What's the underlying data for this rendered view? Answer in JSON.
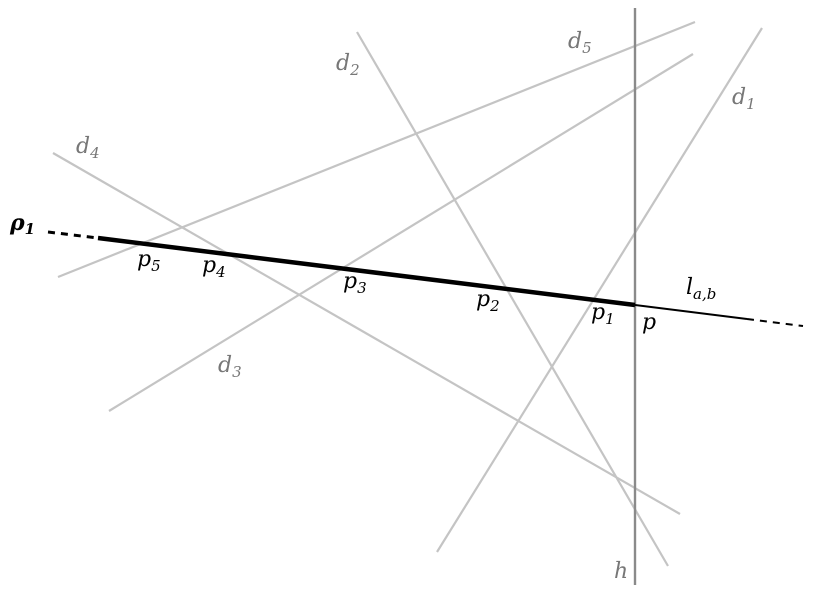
{
  "labels": {
    "rho": {
      "base": "ρ",
      "sub": "1"
    },
    "l": {
      "base": "l",
      "sub": "a,b"
    },
    "h": "h",
    "p": "p",
    "d1": {
      "base": "d",
      "sub": "1"
    },
    "d2": {
      "base": "d",
      "sub": "2"
    },
    "d3": {
      "base": "d",
      "sub": "3"
    },
    "d4": {
      "base": "d",
      "sub": "4"
    },
    "d5": {
      "base": "d",
      "sub": "5"
    },
    "p1": {
      "base": "p",
      "sub": "1"
    },
    "p2": {
      "base": "p",
      "sub": "2"
    },
    "p3": {
      "base": "p",
      "sub": "3"
    },
    "p4": {
      "base": "p",
      "sub": "4"
    },
    "p5": {
      "base": "p",
      "sub": "5"
    }
  },
  "colors": {
    "light_line": "#c4c4c4",
    "h_line": "#8a8a8a",
    "main_line": "#000000",
    "gray_label": "#777777"
  }
}
